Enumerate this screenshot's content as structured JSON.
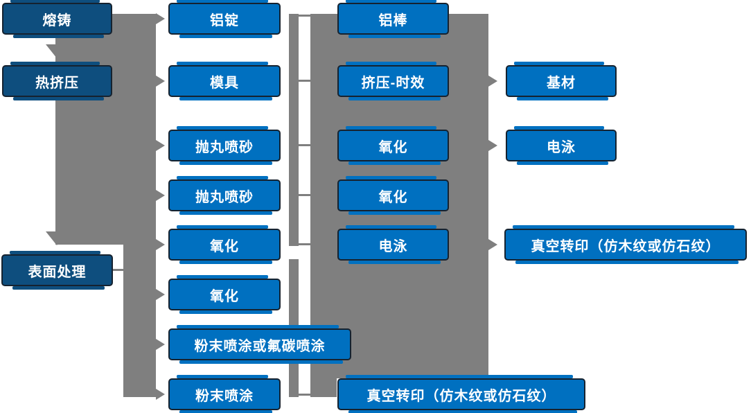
{
  "diagram_type": "process-flowchart",
  "colors": {
    "process_node_fill": "#0070C0",
    "stage_node_fill": "#0E4E7E",
    "node_border": "#16222F",
    "connector_gray": "#7F7F7F",
    "node_text": "#FFFFFF",
    "background": "#FFFFFF"
  },
  "stages": [
    "熔铸",
    "热挤压",
    "表面处理"
  ],
  "column2": [
    "铝锭",
    "模具",
    "抛丸喷砂",
    "抛丸喷砂",
    "氧化",
    "氧化",
    "粉末喷涂或氟碳喷涂",
    "粉末喷涂"
  ],
  "column3": [
    "铝棒",
    "挤压-时效",
    "氧化",
    "氧化",
    "电泳",
    "真空转印（仿木纹或仿石纹）"
  ],
  "column4": [
    "基材",
    "电泳",
    "真空转印（仿木纹或仿石纹）"
  ]
}
